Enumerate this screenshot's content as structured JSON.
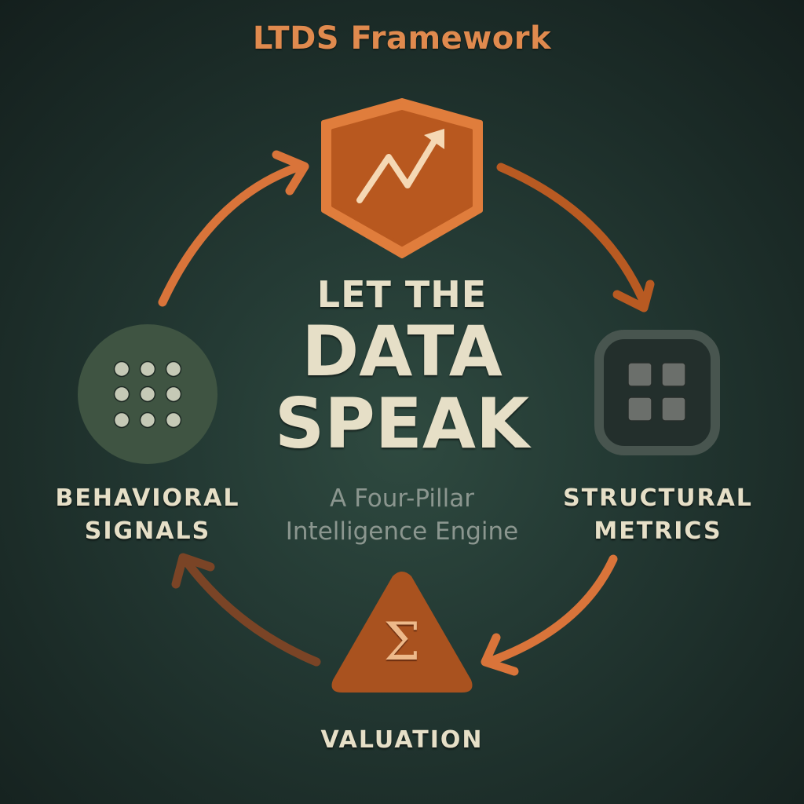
{
  "header": {
    "title": "LTDS Framework"
  },
  "center": {
    "line1": "LET THE",
    "line2": "DATA",
    "line3": "SPEAK",
    "subtitle_line1": "A Four-Pillar",
    "subtitle_line2": "Intelligence Engine"
  },
  "pillars": [
    {
      "id": "trend",
      "label_line1": "",
      "label_line2": "",
      "icon": "trend-up-arrow-icon",
      "shape": "hexagon",
      "color": "#b8581f",
      "border": "#e07d3c"
    },
    {
      "id": "structural",
      "label_line1": "STRUCTURAL",
      "label_line2": "METRICS",
      "icon": "grid-four-squares-icon",
      "shape": "rounded-square",
      "color": "#3a4a46"
    },
    {
      "id": "valuation",
      "label_line1": "VALUATION",
      "label_line2": "",
      "icon": "sigma-icon",
      "icon_glyph": "Σ",
      "shape": "triangle",
      "color": "#a9521f"
    },
    {
      "id": "behavioral",
      "label_line1": "BEHAVIORAL",
      "label_line2": "SIGNALS",
      "icon": "dot-grid-nine-icon",
      "shape": "circle",
      "color": "#3f5442"
    }
  ],
  "colors": {
    "accent_orange": "#e07d3c",
    "arrow_dark": "#7a4426",
    "text_cream": "#e6dfc7",
    "subtitle_gray": "#8b968f",
    "background": "#1f312c"
  }
}
